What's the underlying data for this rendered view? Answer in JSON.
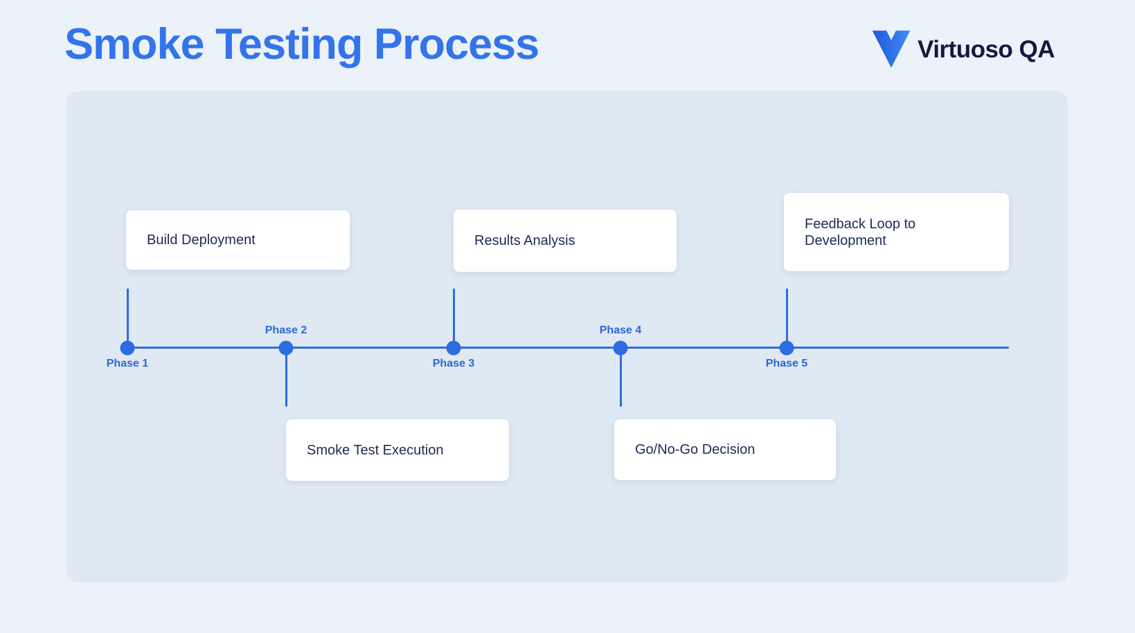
{
  "title": "Smoke Testing Process",
  "logo": {
    "brand": "Virtuoso QA",
    "icon": "virtuoso-v-icon"
  },
  "colors": {
    "page_bg": "#ecf2f9",
    "panel_bg": "#dfe9f3",
    "title_blue": "#3374ea",
    "timeline_blue": "#2b6ce0",
    "phase_label_blue": "#2d66d4",
    "card_bg": "#ffffff",
    "card_text_navy": "#1e2a55",
    "brand_navy": "#111b3e",
    "logo_gradient_start": "#2057d8",
    "logo_gradient_end": "#418cf8"
  },
  "diagram": {
    "type": "timeline",
    "phase_count": 5,
    "phases": [
      {
        "label": "Phase 1",
        "card_title": "Build Deployment",
        "card_position": "top",
        "label_position": "below"
      },
      {
        "label": "Phase 2",
        "card_title": "Smoke Test Execution",
        "card_position": "bottom",
        "label_position": "above"
      },
      {
        "label": "Phase 3",
        "card_title": "Results Analysis",
        "card_position": "top",
        "label_position": "below"
      },
      {
        "label": "Phase 4",
        "card_title": "Go/No-Go Decision",
        "card_position": "bottom",
        "label_position": "above"
      },
      {
        "label": "Phase 5",
        "card_title": "Feedback Loop to Development",
        "card_position": "top",
        "label_position": "below"
      }
    ]
  }
}
